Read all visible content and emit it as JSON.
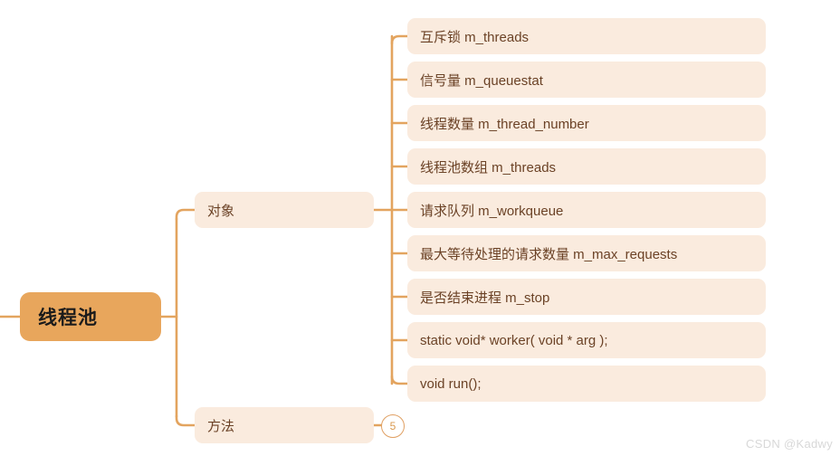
{
  "diagram": {
    "type": "mindmap",
    "title": "线程池",
    "colors": {
      "root_fill": "#e8a65c",
      "node_fill": "#faebde",
      "connector": "#e3a45f",
      "text": "#6b4226",
      "root_text": "#1b1b1b",
      "badge_text": "#d9994f",
      "watermark": "#d8d8d8",
      "background": "#ffffff"
    },
    "root": {
      "label": "线程池"
    },
    "branches": [
      {
        "label": "对象",
        "badge": ""
      },
      {
        "label": "方法",
        "badge": "5"
      }
    ],
    "leaves": [
      {
        "label": "互斥锁 m_threads"
      },
      {
        "label": "信号量 m_queuestat"
      },
      {
        "label": "线程数量 m_thread_number"
      },
      {
        "label": "线程池数组 m_threads"
      },
      {
        "label": "请求队列 m_workqueue"
      },
      {
        "label": "最大等待处理的请求数量 m_max_requests"
      },
      {
        "label": "是否结束进程 m_stop"
      },
      {
        "label": "static void* worker( void * arg );"
      },
      {
        "label": "void run();"
      }
    ]
  },
  "watermark": {
    "text": "CSDN @Kadwy"
  }
}
